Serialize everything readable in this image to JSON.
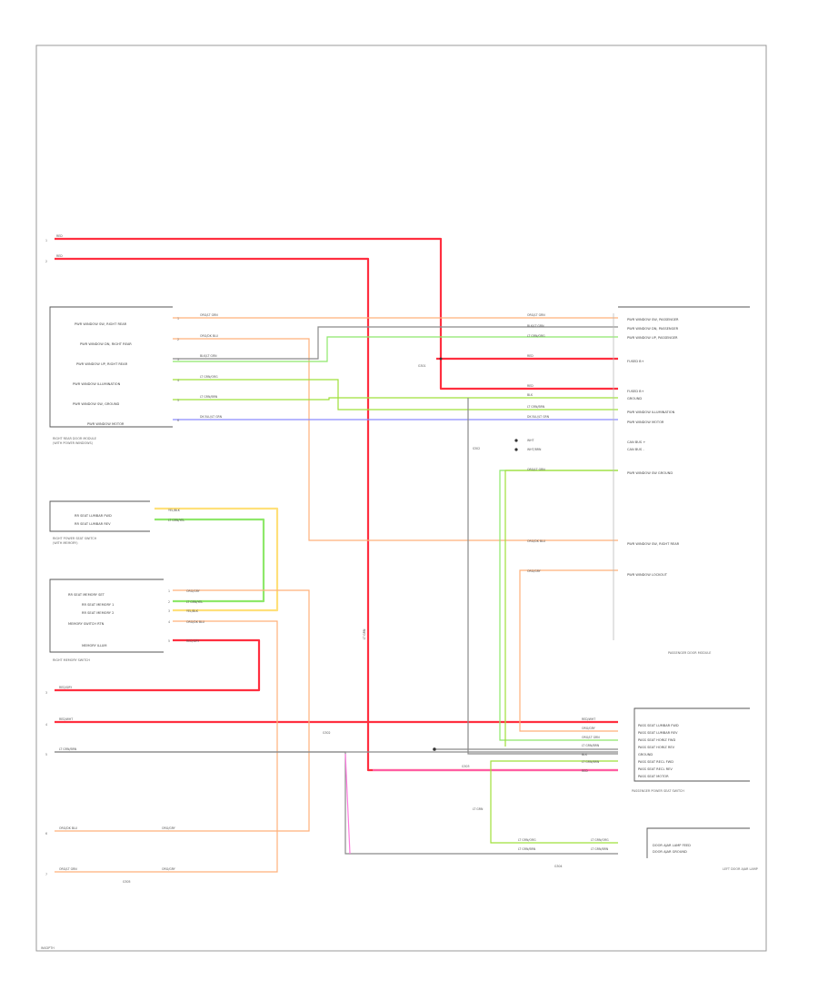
{
  "footer_code": "W4DPTH",
  "connector_labels": {
    "pwr1": "1",
    "pwr2": "2",
    "c3": "3",
    "c4": "4",
    "c5": "5",
    "c6": "6",
    "c7": "7",
    "c8": "8"
  },
  "ground_codes": {
    "g1": "G301",
    "g2": "G302",
    "g3": "G303",
    "g4": "G304",
    "g5": "G305",
    "s1": "S302"
  },
  "left_modules": {
    "rear_module_caption": [
      "RIGHT REAR DOOR MODULE",
      "(WITH POWER WINDOWS)"
    ],
    "lumbar_caption": [
      "RIGHT POWER SEAT SWITCH",
      "(WITH MEMORY)"
    ],
    "memory_caption": "RIGHT MEMORY SWITCH"
  },
  "right_modules": {
    "mirror_caption": "PASSENGER DOOR MODULE",
    "seat_caption": "PASSENGER POWER SEAT SWITCH",
    "lamp_caption": "LEFT DOOR AJAR LAMP"
  },
  "wire_colors": {
    "red": "#ff2e3f",
    "orange": "#ffb07a",
    "green": "#8ee86a",
    "lime": "#9fe03a",
    "blue": "#8a8aff",
    "yellow": "#ffe07a",
    "gray": "#8a8a8a",
    "magenta": "#ff7ae0"
  }
}
